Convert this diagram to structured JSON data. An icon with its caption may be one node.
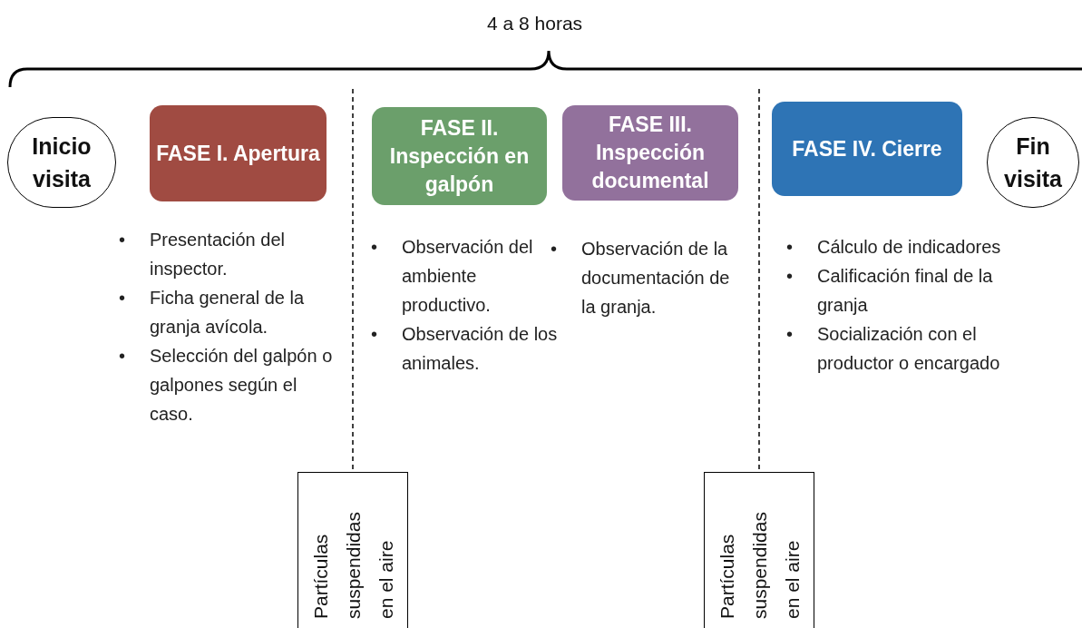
{
  "diagram": {
    "nodes": [
      {
        "text": [
          "Inicio visita"
        ]
      },
      {
        "text": [
          "FASE I. Apertura"
        ],
        "beside": [
          "• Presentación del inspector.",
          "• Ficha general de la granja avícola.",
          "• Selección del galpón o galpones según el caso."
        ]
      },
      {
        "text": [
          "FASE II. Inspección en galpón"
        ],
        "beside": [
          "• Observación del ambiente productivo.",
          "• Observación de los animales."
        ]
      },
      {
        "text": [
          "FASE III. Inspección documental"
        ],
        "beside": [
          "• Observación de la documentación de la granja."
        ]
      },
      {
        "text": [
          "FASE IV. Cierre"
        ],
        "beside": [
          "• Cálculo de indicadores",
          "• Calificación final de la granja",
          "• Socialización con el productor o encargado"
        ]
      },
      {
        "text": [
          "Fin visita"
        ]
      },
      {
        "text": [
          "Partículas suspendidas en el aire"
        ]
      },
      {
        "text": [
          "Partículas suspendidas en el aire"
        ]
      },
      {
        "text": [],
        "shape": "brace"
      }
    ],
    "edges": [
      {
        "from": 8,
        "to": 6,
        "arrow": "none",
        "style": "dashed"
      },
      {
        "from": 8,
        "to": 7,
        "arrow": "none",
        "style": "dashed"
      }
    ],
    "labels": [
      "4 a 8 horas"
    ]
  }
}
